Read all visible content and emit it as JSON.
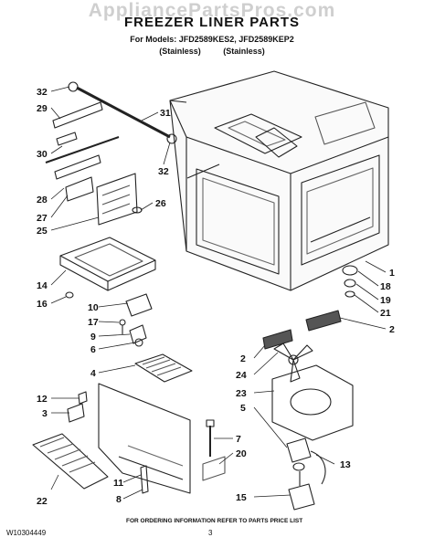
{
  "header": {
    "watermark": "AppliancePartsPros.com",
    "title": "FREEZER LINER PARTS",
    "models": "For Models: JFD2589KES2, JFD2589KEP2",
    "finish_1": "(Stainless)",
    "finish_2": "(Stainless)"
  },
  "callouts": [
    "32",
    "29",
    "31",
    "30",
    "32",
    "28",
    "27",
    "26",
    "25",
    "14",
    "16",
    "10",
    "17",
    "9",
    "6",
    "4",
    "12",
    "3",
    "22",
    "11",
    "8",
    "20",
    "7",
    "1",
    "18",
    "19",
    "21",
    "2",
    "2",
    "24",
    "23",
    "5",
    "13",
    "15"
  ],
  "footer": {
    "note": "FOR ORDERING INFORMATION REFER TO PARTS PRICE LIST",
    "doc_number": "W10304449",
    "page_number": "3"
  }
}
